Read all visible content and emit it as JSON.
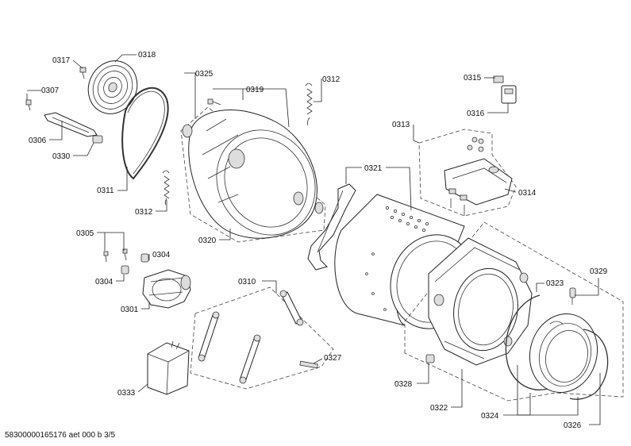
{
  "footer": "58300000165176 aet 000 b 3/5",
  "labels": {
    "p0317": "0317",
    "p0318": "0318",
    "p0307": "0307",
    "p0306": "0306",
    "p0330": "0330",
    "p0311": "0311",
    "p0325": "0325",
    "p0319": "0319",
    "p0312a": "0312",
    "p0312b": "0312",
    "p0320": "0320",
    "p0315": "0315",
    "p0316": "0316",
    "p0313": "0313",
    "p0314": "0314",
    "p0321": "0321",
    "p0305": "0305",
    "p0304a": "0304",
    "p0304b": "0304",
    "p0301": "0301",
    "p0310": "0310",
    "p0327": "0327",
    "p0333": "0333",
    "p0323": "0323",
    "p0329": "0329",
    "p0328": "0328",
    "p0322": "0322",
    "p0324": "0324",
    "p0326": "0326"
  }
}
